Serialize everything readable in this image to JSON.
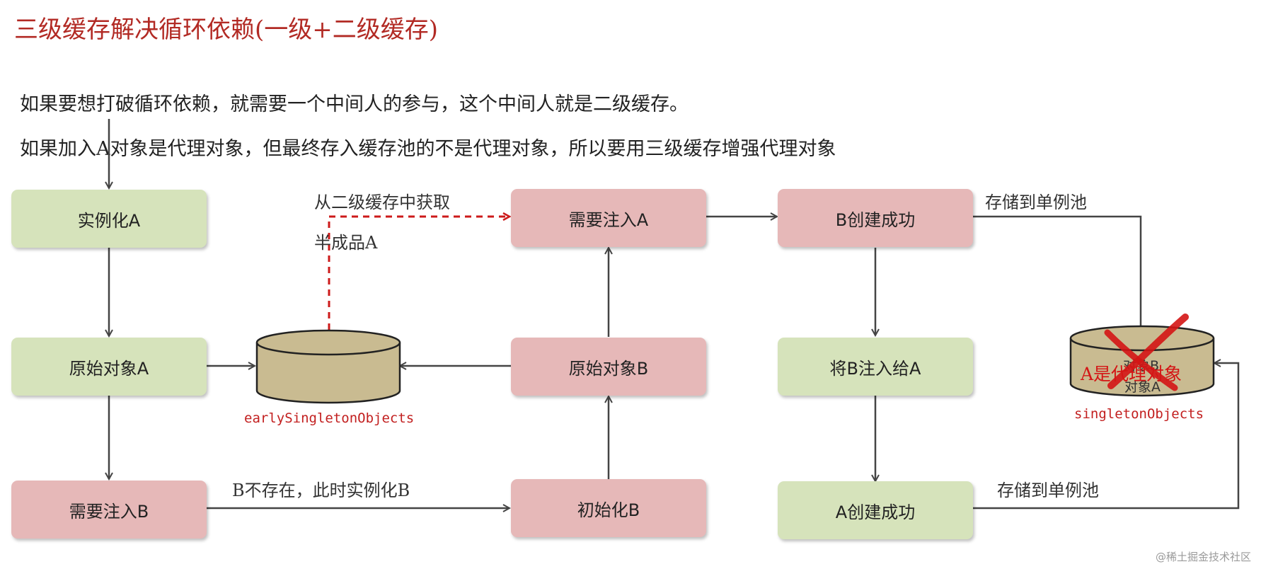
{
  "title": "三级缓存解决循环依赖(一级+二级缓存)",
  "intro": [
    "如果要想打破循环依赖，就需要一个中间人的参与，这个中间人就是二级缓存。",
    "如果加入A对象是代理对象，但最终存入缓存池的不是代理对象，所以要用三级缓存增强代理对象"
  ],
  "nodes": {
    "instantiate_a": "实例化A",
    "raw_a": "原始对象A",
    "inject_b": "需要注入B",
    "inject_a": "需要注入A",
    "raw_b": "原始对象B",
    "init_b": "初始化B",
    "b_created": "B创建成功",
    "b_into_a": "将B注入给A",
    "a_created": "A创建成功"
  },
  "edge_labels": {
    "from_second_cache_line1": "从二级缓存中获取",
    "from_second_cache_line2": "半成品A",
    "b_not_exist": "B不存在，此时实例化B",
    "store_pool_1": "存储到单例池",
    "store_pool_2": "存储到单例池"
  },
  "caches": {
    "early": {
      "label": "earlySingletonObjects"
    },
    "singleton": {
      "label": "singletonObjects",
      "contents": [
        "对象B",
        "对象A"
      ],
      "overlay": "A是代理对象"
    }
  },
  "watermark": "@稀土掘金技术社区",
  "colors": {
    "title": "#b22a24",
    "green_box": "#d6e3bb",
    "pink_box": "#e6b8b8",
    "cylinder_fill": "#c9bb91",
    "arrow": "#444444",
    "dashed_arrow": "#cc1a1a",
    "cache_label": "#c21f1f",
    "cross": "#d41515"
  }
}
